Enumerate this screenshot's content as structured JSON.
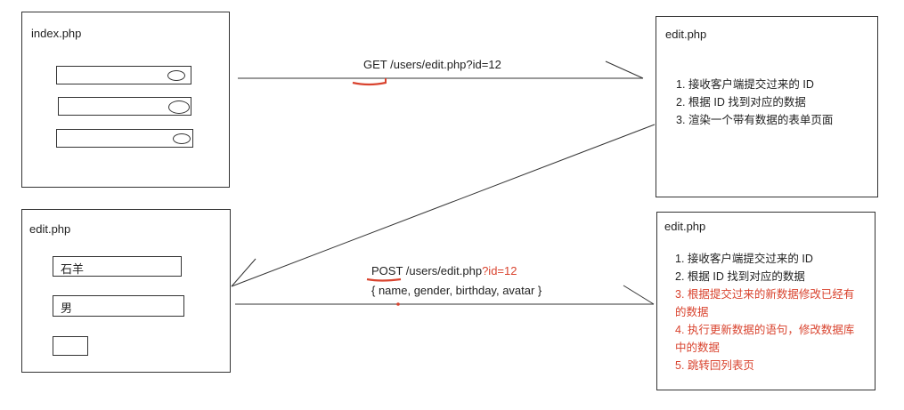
{
  "index_box": {
    "title": "index.php"
  },
  "edit_view_top": {
    "title": "edit.php",
    "steps": [
      "1. 接收客户端提交过来的 ID",
      "2. 根据 ID 找到对应的数据",
      "3. 渲染一个带有数据的表单页面"
    ]
  },
  "edit_form": {
    "title": "edit.php",
    "field_values": [
      "石羊",
      "男"
    ]
  },
  "edit_update": {
    "title": "edit.php",
    "steps": [
      "1. 接收客户端提交过来的 ID",
      "2. 根据 ID 找到对应的数据"
    ],
    "red_steps": [
      "3. 根据提交过来的新数据修改已经有",
      "的数据",
      "4. 执行更新数据的语句，修改数据库",
      "中的数据",
      "5. 跳转回列表页"
    ]
  },
  "get_request": {
    "method": "GET",
    "path": "/users/edit.php?id=12"
  },
  "post_request": {
    "method": "POST",
    "path": "/users/edit.php",
    "query": "?id=12",
    "body": "{ name, gender, birthday, avatar }"
  },
  "colors": {
    "accent_red": "#d9432e",
    "stroke": "#333333"
  }
}
